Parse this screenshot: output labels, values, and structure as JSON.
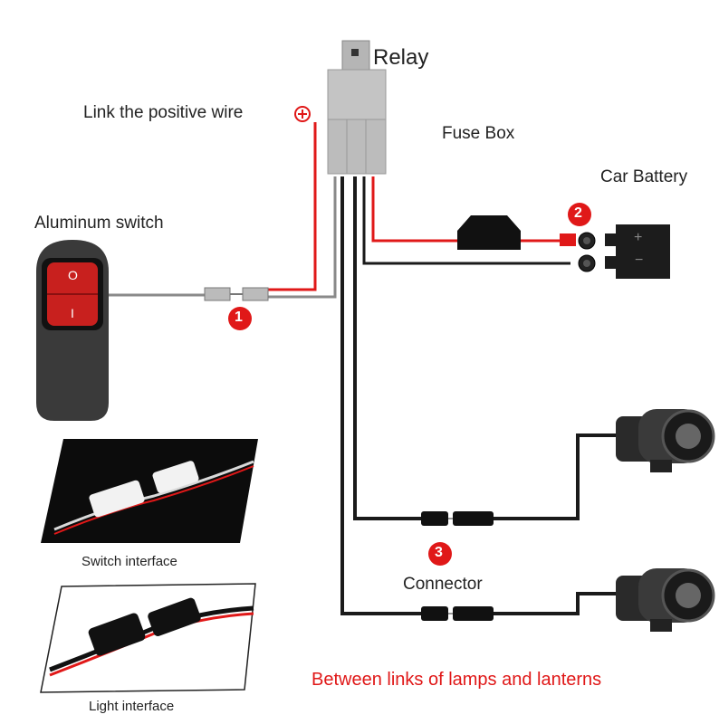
{
  "labels": {
    "relay": "Relay",
    "positive_wire": "Link the positive wire",
    "fuse_box": "Fuse Box",
    "car_battery": "Car Battery",
    "aluminum_switch": "Aluminum switch",
    "switch_interface": "Switch interface",
    "light_interface": "Light interface",
    "connector": "Connector",
    "bottom_caption": "Between links of lamps and lanterns"
  },
  "markers": [
    "1",
    "2",
    "3"
  ],
  "battery_terminals": {
    "positive": "+",
    "negative": "−"
  },
  "switch_symbols": {
    "on": "O",
    "off": "I"
  },
  "colors": {
    "red_wire": "#e01818",
    "black_wire": "#1a1a1a",
    "gray_wire": "#8a8a8a",
    "marker": "#e01818"
  }
}
